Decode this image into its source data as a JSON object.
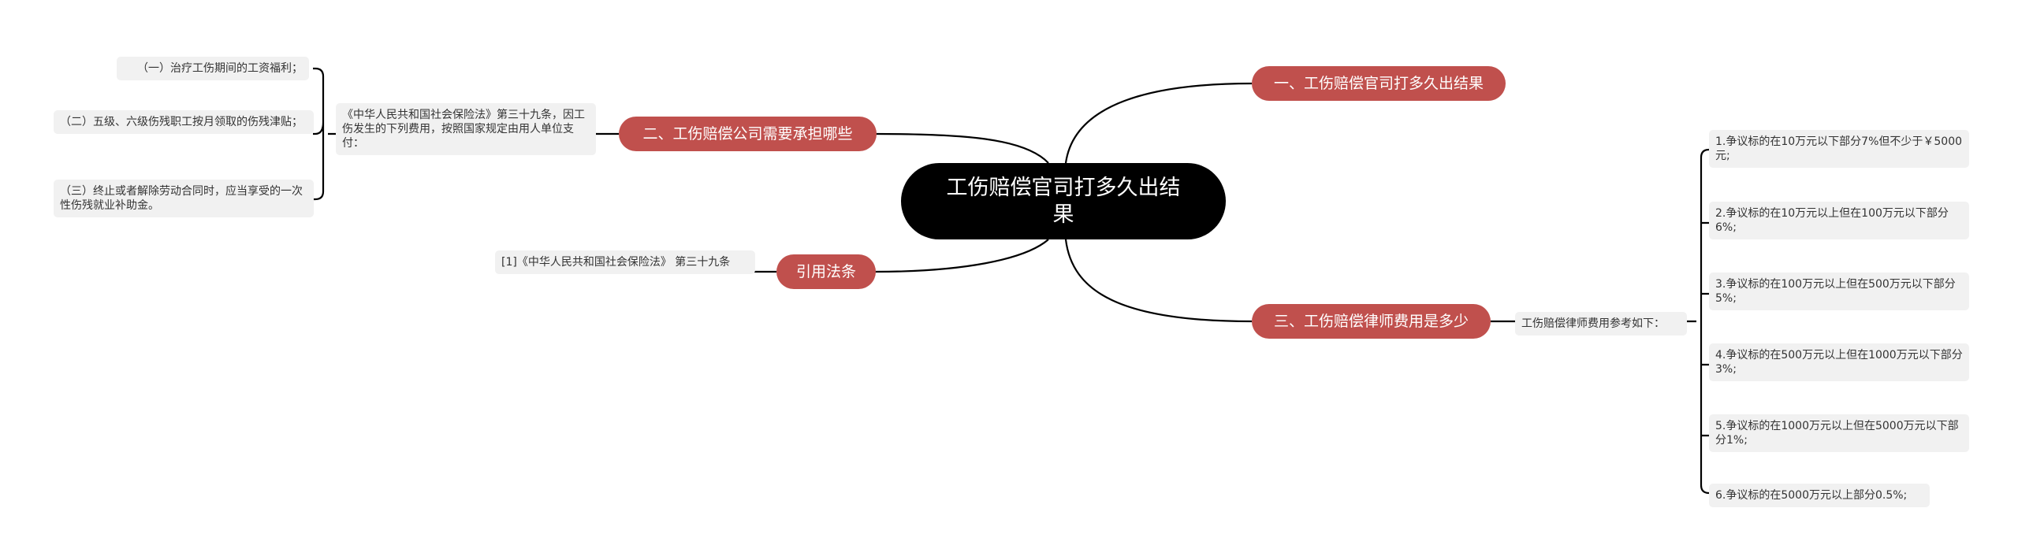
{
  "root": {
    "title": "工伤赔偿官司打多久出结果"
  },
  "branches": {
    "b1": {
      "label": "一、工伤赔偿官司打多久出结果"
    },
    "b2": {
      "label": "二、工伤赔偿公司需要承担哪些",
      "mid": "《中华人民共和国社会保险法》第三十九条，因工伤发生的下列费用，按照国家规定由用人单位支付：",
      "leaves": [
        "（一）治疗工伤期间的工资福利；",
        "（二）五级、六级伤残职工按月领取的伤残津贴；",
        "（三）终止或者解除劳动合同时，应当享受的一次性伤残就业补助金。"
      ]
    },
    "b3": {
      "label": "三、工伤赔偿律师费用是多少",
      "mid": "工伤赔偿律师费用参考如下：",
      "leaves": [
        "1.争议标的在10万元以下部分7%但不少于￥5000元;",
        "2.争议标的在10万元以上但在100万元以下部分6%;",
        "3.争议标的在100万元以上但在500万元以下部分5%;",
        "4.争议标的在500万元以上但在1000万元以下部分3%;",
        "5.争议标的在1000万元以上但在5000万元以下部分1%;",
        "6.争议标的在5000万元以上部分0.5%;"
      ]
    },
    "b4": {
      "label": "引用法条",
      "leaf": "[1]《中华人民共和国社会保险法》 第三十九条"
    }
  },
  "colors": {
    "branch": "#c0504d",
    "root": "#000000",
    "leaf_bg": "#f1f1f1"
  }
}
